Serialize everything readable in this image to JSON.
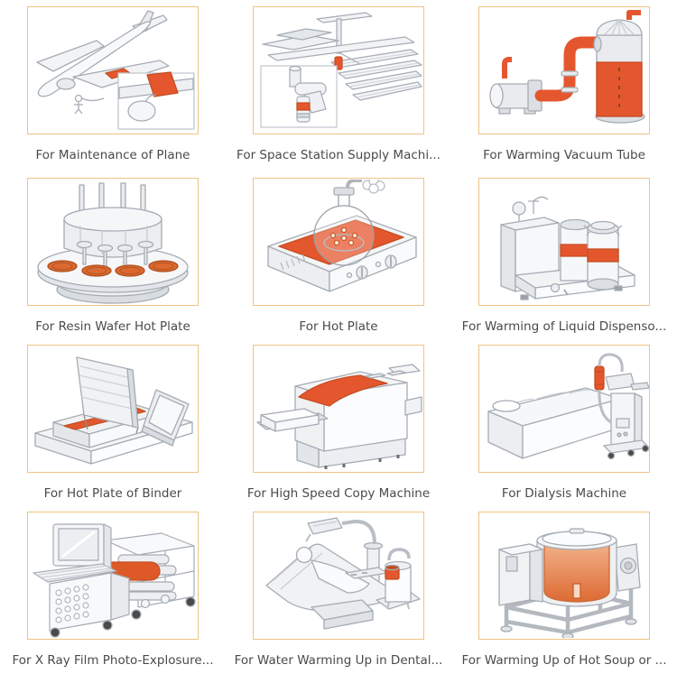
{
  "page": {
    "background": "#ffffff",
    "description_text": "Product application montage: 12 illustrated use cases of flexible heaters"
  },
  "colors": {
    "accent_orange": "#e4572e",
    "accent_orange_dark": "#c44d20",
    "accent_orange_light": "#ef8455",
    "frame_border": "#f0c383",
    "caption_text": "#4a4a4a",
    "line_gray": "#a6acb4"
  },
  "grid": {
    "columns": 3,
    "rows": 4,
    "items": [
      {
        "caption": "For Maintenance of Plane",
        "illustration": "airplane-wing-heater-illustration"
      },
      {
        "caption": "For Space Station Supply Machi...",
        "illustration": "space-station-illustration"
      },
      {
        "caption": "For Warming Vacuum Tube",
        "illustration": "vacuum-tube-tank-illustration"
      },
      {
        "caption": "For Resin Wafer Hot Plate",
        "illustration": "resin-wafer-rotary-plate-illustration"
      },
      {
        "caption": "For Hot Plate",
        "illustration": "hot-plate-flask-illustration"
      },
      {
        "caption": "For Warming of Liquid Dispenso...",
        "illustration": "liquid-dispenser-illustration"
      },
      {
        "caption": "For Hot Plate of Binder",
        "illustration": "binder-hot-plate-illustration"
      },
      {
        "caption": "For High Speed Copy Machine",
        "illustration": "copy-machine-illustration"
      },
      {
        "caption": "For Dialysis Machine",
        "illustration": "dialysis-machine-illustration"
      },
      {
        "caption": "For X Ray Film Photo-Explosure...",
        "illustration": "x-ray-film-machine-illustration"
      },
      {
        "caption": "For Water Warming Up in Dental...",
        "illustration": "dental-chair-illustration"
      },
      {
        "caption": "For Warming Up of Hot Soup or ...",
        "illustration": "soup-kettle-illustration"
      }
    ]
  }
}
